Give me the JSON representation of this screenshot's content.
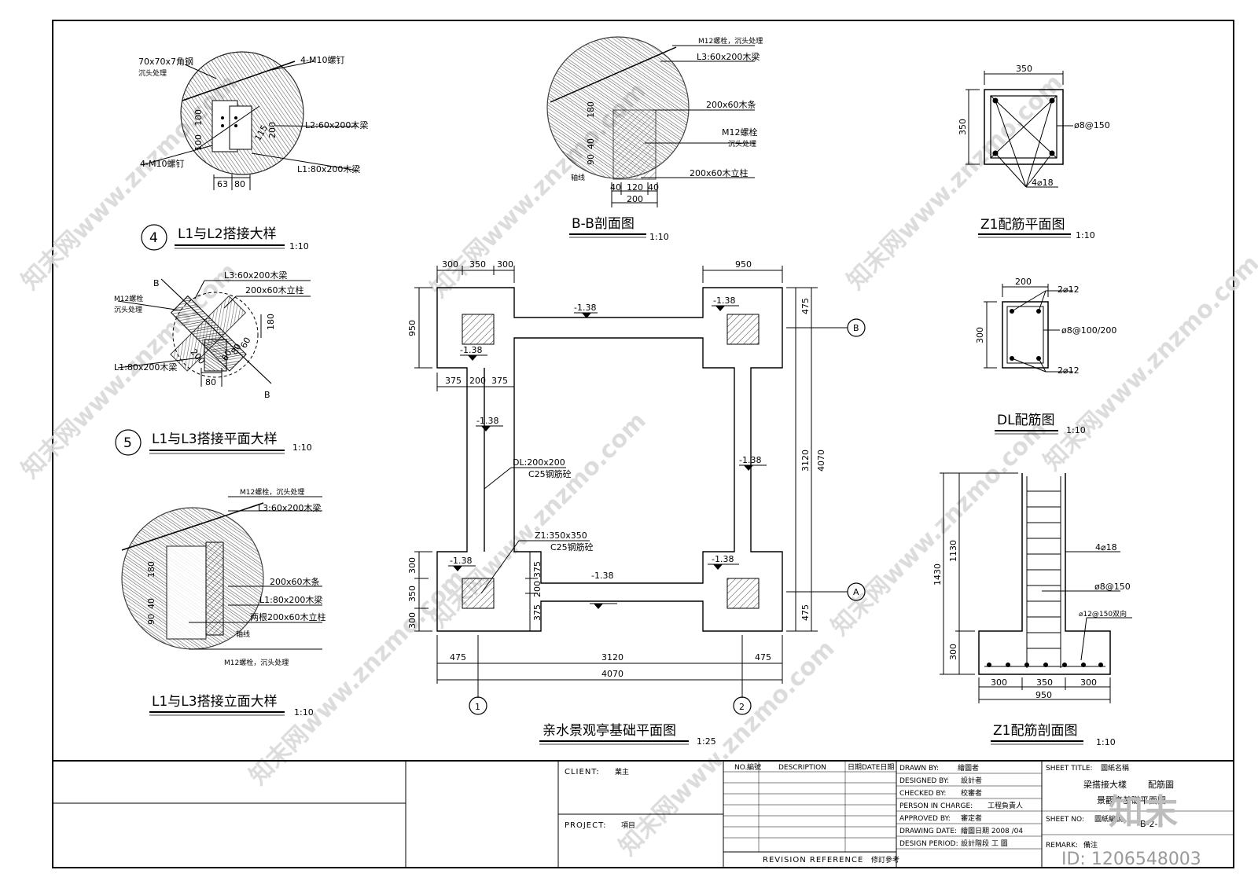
{
  "watermark": {
    "text": "知末网www.znzmo.com",
    "logo": "知末",
    "id": "ID: 1206548003"
  },
  "details": {
    "d4": {
      "num": "4",
      "title": "L1与L2搭接大样",
      "scale": "1:10",
      "labels": {
        "a1": "70x70x7角钢",
        "a1s": "沉头处理",
        "a2": "4-M10螺钉",
        "a3": "L2:60x200木梁",
        "a4": "4-M10螺钉",
        "a5": "L1:80x200木梁",
        "d1": "100",
        "d2": "100",
        "d3": "200",
        "d4": "115",
        "d5": "63",
        "d6": "80"
      }
    },
    "d5": {
      "num": "5",
      "title": "L1与L3搭接平面大样",
      "scale": "1:10",
      "labels": {
        "b1": "B",
        "b2": "B",
        "a1": "L3:60x200木梁",
        "a2": "200x60木立柱",
        "a3": "M12螺栓",
        "a3s": "沉头处理",
        "a4": "L1:80x200木梁",
        "d1": "180",
        "d2": "200",
        "d3": "60",
        "d4": "80",
        "d5": "60",
        "d6": "80"
      }
    },
    "elev": {
      "title": "L1与L3搭接立面大样",
      "scale": "1:10",
      "labels": {
        "a1": "M12螺栓，沉头处理",
        "a2": "L3:60x200木梁",
        "a3": "200x60木条",
        "a4": "L1:80x200木梁",
        "a5": "两根200x60木立柱",
        "a6": "轴线",
        "a7": "M12螺栓，沉头处理",
        "d1": "180",
        "d2": "40",
        "d3": "90"
      }
    },
    "bb": {
      "title": "B-B剖面图",
      "scale": "1:10",
      "labels": {
        "a1": "M12螺栓，沉头处理",
        "a2": "L3:60x200木梁",
        "a3": "200x60木条",
        "a4": "M12螺栓",
        "a4s": "沉头处理",
        "a5": "200x60木立柱",
        "a6": "轴线",
        "d1": "180",
        "d2": "40",
        "d3": "90",
        "d4": "40",
        "d5": "120",
        "d6": "40",
        "d7": "200"
      }
    },
    "z1plan": {
      "title": "Z1配筋平面图",
      "scale": "1:10",
      "dim_w": "350",
      "dim_h": "350",
      "stirrup": "ø8@150",
      "main": "4⌀18"
    },
    "dl": {
      "title": "DL配筋图",
      "scale": "1:10",
      "dim_w": "200",
      "dim_h": "300",
      "top": "2⌀12",
      "stirrup": "ø8@100/200",
      "bottom": "2⌀12"
    },
    "z1sec": {
      "title": "Z1配筋剖面图",
      "scale": "1:10",
      "dims": {
        "h1": "1430",
        "h2": "1130",
        "h3": "300",
        "w1": "300",
        "w2": "350",
        "w3": "300",
        "w4": "950"
      },
      "labels": {
        "main": "4⌀18",
        "stirrup": "ø8@150",
        "bottom": "⌀12@150双向"
      }
    }
  },
  "plan": {
    "title": "亲水景观亭基础平面图",
    "scale": "1:25",
    "levels": [
      "-1.38",
      "-1.38",
      "-1.38",
      "-1.38",
      "-1.38",
      "-1.38",
      "-1.38",
      "-1.38"
    ],
    "notes": {
      "dl": "DL:200x200",
      "dl2": "C25钢筋砼",
      "z1": "Z1:350x350",
      "z12": "C25钢筋砼"
    },
    "dims": {
      "t1": "300",
      "t2": "350",
      "t3": "300",
      "t4": "950",
      "l1": "950",
      "l2": "300",
      "l3": "350",
      "l4": "300",
      "m1": "375",
      "m2": "200",
      "m3": "375",
      "r1": "475",
      "r2": "3120",
      "r3": "4070",
      "r4": "475",
      "c1": "375",
      "c2": "200",
      "c3": "375",
      "b1": "475",
      "b2": "3120",
      "b3": "475",
      "b4": "4070"
    },
    "axes": {
      "x1": "1",
      "x2": "2",
      "yA": "A",
      "yB": "B"
    }
  },
  "titleblock": {
    "client_label": "CLIENT:",
    "client_val": "業主",
    "project_label": "PROJECT:",
    "project_val": "項目",
    "rev_no": "NO.",
    "rev_no2": "編號",
    "rev_desc": "DESCRIPTION",
    "rev_date": "日期DATE日期",
    "rev_ref": "REVISION REFERENCE",
    "rev_ref2": "修訂參考",
    "rows": [
      {
        "k": "DRAWN BY:",
        "v": "繪圖者"
      },
      {
        "k": "DESIGNED BY:",
        "v": "設計者"
      },
      {
        "k": "CHECKED BY:",
        "v": "校審者"
      },
      {
        "k": "PERSON IN CHARGE:",
        "v": "工程負責人"
      },
      {
        "k": "APPROVED BY:",
        "v": "審定者"
      },
      {
        "k": "DRAWING DATE:",
        "v": "繪圖日期 2008 /04"
      },
      {
        "k": "DESIGN PERIOD:",
        "v": "設計階段  工 圖"
      }
    ],
    "sheet_title_label": "SHEET TITLE:",
    "sheet_title_val": "圖紙名稱",
    "sheet_title_1": "梁搭接大樣",
    "sheet_title_2": "配筋圖",
    "sheet_title_3": "景觀亭基礎平面圖",
    "sheet_no_label": "SHEET NO:",
    "sheet_no_val": "圖紙編號",
    "sheet_no": "B-2-5",
    "remark_label": "REMARK:",
    "remark_val": "備注"
  }
}
